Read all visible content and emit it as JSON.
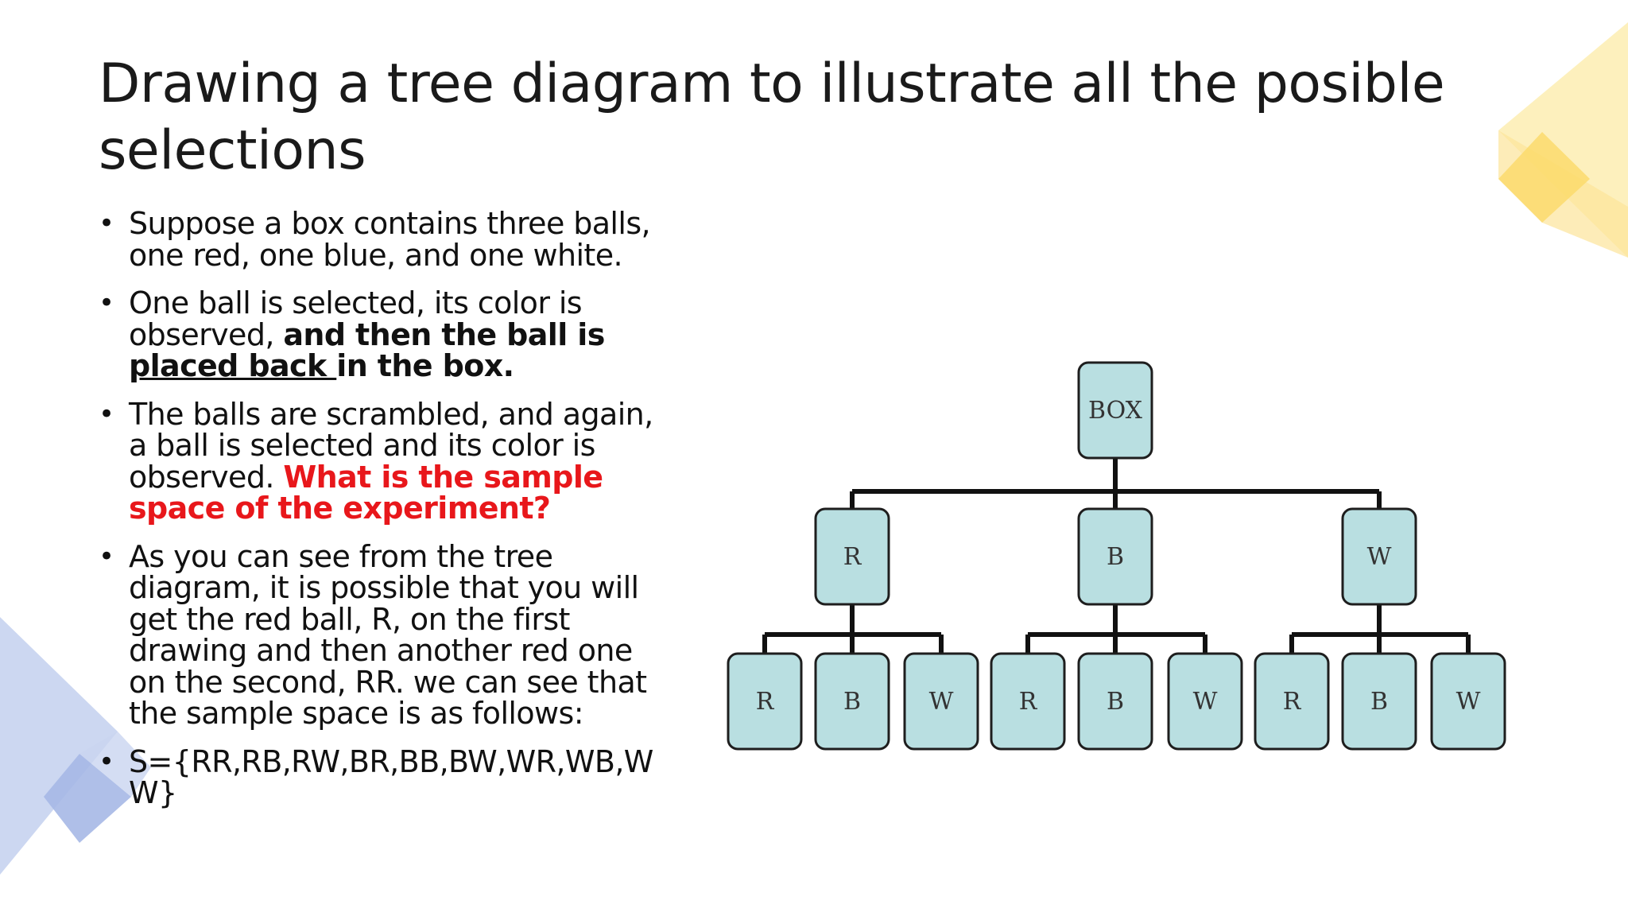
{
  "title": "Drawing a tree diagram to illustrate all the posible selections",
  "bullets": [
    {
      "text": "Suppose a box contains three balls, one red, one blue, and one white."
    },
    {
      "text_a": "One ball is selected, its color is observed, ",
      "bold_a": "and then the ball is ",
      "bold_underline": "placed back ",
      "bold_b": "in the box."
    },
    {
      "text_a": "The balls are scrambled, and again, a ball is selected and its color is observed. ",
      "highlight": "What is the sample space of the experiment?"
    },
    {
      "text": "As you can see from the tree diagram, it is possible that you will get the red ball, R, on the first drawing and then another red one on the second, RR. we can see that the sample space is as follows:"
    },
    {
      "text": "S={RR,RB,RW,BR,BB,BW,WR,WB,WW}"
    }
  ],
  "tree": {
    "root": "BOX",
    "level1": [
      "R",
      "B",
      "W"
    ],
    "level2": [
      "R",
      "B",
      "W",
      "R",
      "B",
      "W",
      "R",
      "B",
      "W"
    ]
  },
  "colors": {
    "node_fill": "#b9dfe1",
    "highlight_red": "#e8171b",
    "deco_yellow": "#fce7a6",
    "deco_blue": "#c9d5f0"
  }
}
